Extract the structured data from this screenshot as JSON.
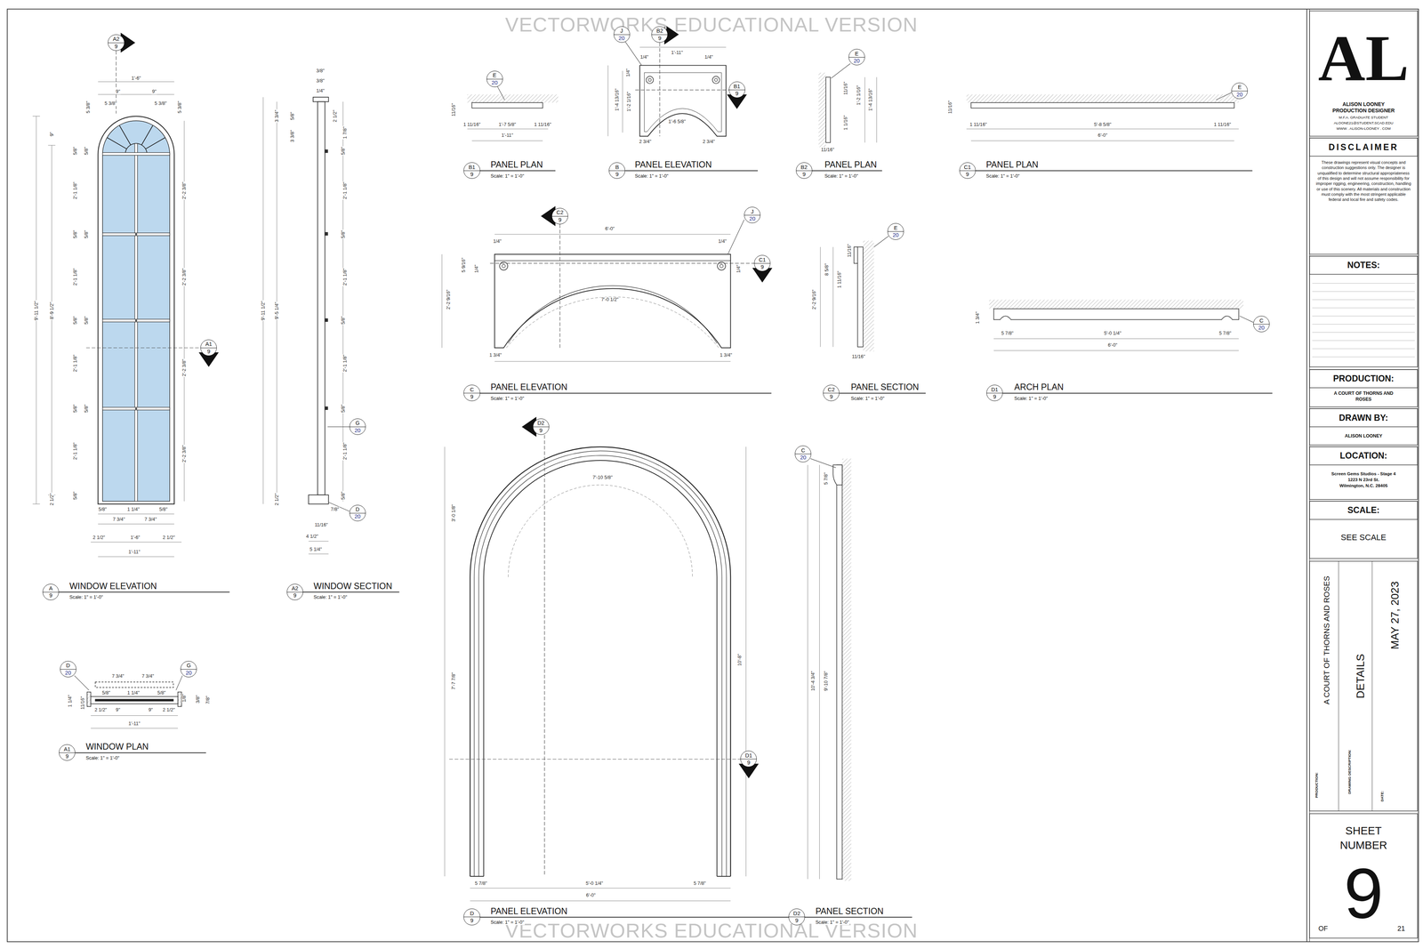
{
  "diagram": {
    "nodes": [
      {
        "text": [
          "A2",
          "9"
        ]
      },
      {
        "text": [
          "E",
          "20"
        ]
      },
      {
        "text": [
          "J",
          "20"
        ]
      },
      {
        "text": [
          "B2",
          "9"
        ]
      },
      {
        "text": [
          "B1",
          "9"
        ]
      },
      {
        "text": [
          "E",
          "20"
        ]
      },
      {
        "text": [
          "E",
          "20"
        ]
      },
      {
        "text": [
          "B1",
          "9"
        ]
      },
      {
        "text": [
          "B",
          "9"
        ]
      },
      {
        "text": [
          "B2",
          "9"
        ]
      },
      {
        "text": [
          "C1",
          "9"
        ]
      },
      {
        "text": [
          "C2",
          "9"
        ]
      },
      {
        "text": [
          "J",
          "20"
        ]
      },
      {
        "text": [
          "C1",
          "9"
        ]
      },
      {
        "text": [
          "E",
          "20"
        ]
      },
      {
        "text": [
          "C",
          "20"
        ]
      },
      {
        "text": [
          "A1",
          "9"
        ]
      },
      {
        "text": [
          "C",
          "9"
        ]
      },
      {
        "text": [
          "C2",
          "9"
        ]
      },
      {
        "text": [
          "D1",
          "9"
        ]
      },
      {
        "text": [
          "G",
          "20"
        ]
      },
      {
        "text": [
          "D2",
          "9"
        ]
      },
      {
        "text": [
          "C",
          "20"
        ]
      },
      {
        "text": [
          "D",
          "20"
        ]
      },
      {
        "text": [
          "A",
          "9"
        ]
      },
      {
        "text": [
          "A2",
          "9"
        ]
      },
      {
        "text": [
          "D",
          "20"
        ]
      },
      {
        "text": [
          "G",
          "20"
        ]
      },
      {
        "text": [
          "A1",
          "9"
        ]
      },
      {
        "text": [
          "D1",
          "9"
        ]
      },
      {
        "text": [
          "D",
          "9"
        ]
      },
      {
        "text": [
          "D2",
          "9"
        ]
      },
      {
        "text": [
          "AL",
          "ALISON LOONEY",
          "PRODUCTION DESIGNER",
          "M.F.A. GRADUATE STUDENT",
          "ALOONE21@STUDENT.SCAD.EDU",
          "WWW . ALISON-LOONEY . COM"
        ]
      },
      {
        "text": [
          "DISCLAIMER",
          "These drawings represent visual concepts and construction suggestions only. The designer is unqualified to determine structural appropriateness of this design and will not assume responsibility for improper rigging, engineering, construction, handling or use of this scenery. All materials and construction must comply with the most stringent applicable federal and local fire and safety codes."
        ]
      },
      {
        "text": [
          "NOTES:"
        ]
      },
      {
        "text": [
          "PRODUCTION:",
          "A COURT OF THORNS AND ROSES"
        ]
      },
      {
        "text": [
          "DRAWN BY:",
          "ALISON LOONEY"
        ]
      },
      {
        "text": [
          "LOCATION:",
          "Screen Gems Studios - Stage 4",
          "1223 N 23rd St.",
          "Wilmington, N.C. 28405"
        ]
      },
      {
        "text": [
          "SCALE:",
          "SEE SCALE"
        ]
      },
      {
        "text": [
          "PRODUCTION:",
          "A COURT OF THORNS AND ROSES",
          "DRAWING DESCRIPTION:",
          "DETAILS",
          "DATE:",
          "MAY 27, 2023"
        ]
      },
      {
        "text": [
          "SHEET NUMBER",
          "9",
          "OF",
          "21"
        ]
      }
    ],
    "labels": [
      "VECTORWORKS EDUCATIONAL VERSION",
      "VECTORWORKS EDUCATIONAL VERSION",
      "WINDOW ELEVATION",
      "Scale: 1\" = 1'-0\"",
      "WINDOW SECTION",
      "Scale: 1\" = 1'-0\"",
      "WINDOW PLAN",
      "Scale: 1\" = 1'-0\"",
      "PANEL PLAN",
      "Scale: 1\" = 1'-0\"",
      "PANEL ELEVATION",
      "Scale: 1\" = 1'-0\"",
      "PANEL PLAN",
      "Scale: 1\" = 1'-0\"",
      "PANEL PLAN",
      "Scale: 1\" = 1'-0\"",
      "PANEL ELEVATION",
      "Scale: 1\" = 1'-0\"",
      "PANEL SECTION",
      "Scale: 1\" = 1'-0\"",
      "ARCH PLAN",
      "Scale: 1\" = 1'-0\"",
      "PANEL ELEVATION",
      "Scale: 1\" = 1'-0\"",
      "PANEL SECTION",
      "Scale: 1\" = 1'-0\"",
      "1'-6\"",
      "9\"",
      "9\"",
      "5 3/8\"",
      "5 3/8\"",
      "5 3/8\"",
      "5 3/8\"",
      "9\"",
      "5/8\"",
      "5/8\"",
      "5/8\"",
      "5/8\"",
      "5/8\"",
      "5/8\"",
      "5/8\"",
      "5/8\"",
      "5/8\"",
      "2'-1 1/8\"",
      "2'-1 1/8\"",
      "2'-1 1/8\"",
      "2'-1 1/8\"",
      "9'-11 1/2\"",
      "8'-9 1/2\"",
      "2 1/2\"",
      "2'-2 3/8\"",
      "2'-2 3/8\"",
      "2'-2 3/8\"",
      "2'-2 3/8\"",
      "5/8\"",
      "1 1/4\"",
      "5/8\"",
      "7 3/4\"",
      "7 3/4\"",
      "2 1/2\"",
      "1'-6\"",
      "2 1/2\"",
      "1'-11\"",
      "3/8\"",
      "3/8\"",
      "1/4\"",
      "3 3/4\"",
      "3 3/8\"",
      "5/8\"",
      "2 1/2\"",
      "1 7/8\"",
      "5/8\"",
      "5/8\"",
      "5/8\"",
      "5/8\"",
      "5/8\"",
      "2'-1 1/8\"",
      "2'-1 1/8\"",
      "2'-1 1/8\"",
      "2'-1 1/8\"",
      "9'-11 1/2\"",
      "9'-5 1/4\"",
      "2 1/2\"",
      "7/8\"",
      "11/16\"",
      "4 1/2\"",
      "5 1/4\"",
      "7 3/4\"",
      "7 3/4\"",
      "5/8\"",
      "1 1/4\"",
      "5/8\"",
      "1 1/4\"",
      "11/16\"",
      "2 1/2\"",
      "9\"",
      "9\"",
      "2 1/2\"",
      "1'-11\"",
      "1/8\"",
      "3/8\"",
      "7/8\"",
      "11/16\"",
      "1 11/16\"",
      "1'-7 5/8\"",
      "1 11/16\"",
      "1'-11\"",
      "1/4\"",
      "1'-11\"",
      "1/4\"",
      "1/4\"",
      "1'-4 13/16\"",
      "1'-2 1/16\"",
      "1'-6 5/8\"",
      "2 3/4\"",
      "2 3/4\"",
      "11/16\"",
      "1'-2 1/16\"",
      "1'-4 13/16\"",
      "1 1/16\"",
      "11/16\"",
      "11/16\"",
      "1 11/16\"",
      "5'-8 5/8\"",
      "1 11/16\"",
      "6'-0\"",
      "6'-0\"",
      "1/4\"",
      "1/4\"",
      "5 9/16\"",
      "1/4\"",
      "1/4\"",
      "2'-2 9/16\"",
      "7'-0 1/2\"",
      "1 3/4\"",
      "1 3/4\"",
      "11/16\"",
      "8 5/8\"",
      "1 11/16\"",
      "2'-2 9/16\"",
      "11/16\"",
      "1 3/4\"",
      "5 7/8\"",
      "5'-0 1/4\"",
      "5 7/8\"",
      "6'-0\"",
      "7'-10 5/8\"",
      "3'-0 1/8\"",
      "7'-7 7/8\"",
      "10'-8\"",
      "5 7/8\"",
      "5'-0 1/4\"",
      "5 7/8\"",
      "6'-0\"",
      "5 7/8\"",
      "10'-4 3/4\"",
      "9'-10 7/8\""
    ]
  }
}
